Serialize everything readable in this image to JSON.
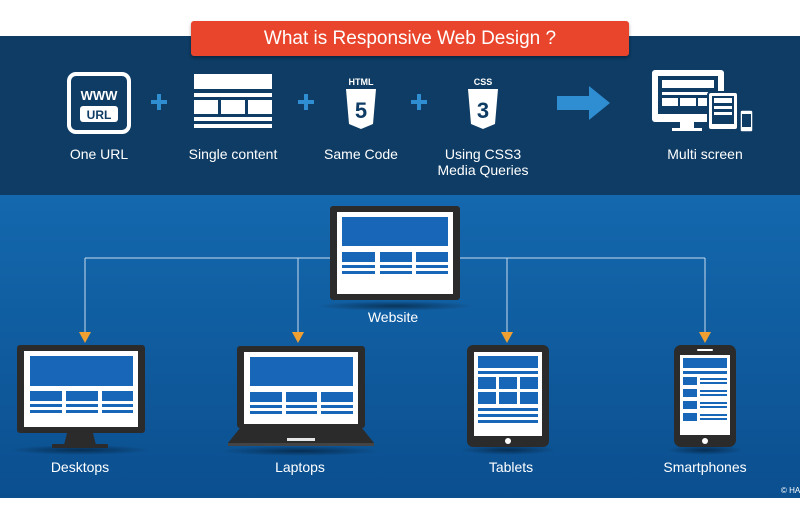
{
  "colors": {
    "top_band": "#0e3c64",
    "bottom_band": "#0f5fa0",
    "title_bg": "#e8452c",
    "accent_blue": "#2f8dd2",
    "device_dark": "#2b2b2b",
    "screen_blue": "#1766b8",
    "arrow_orange": "#f0a030"
  },
  "title": "What is Responsive Web Design ?",
  "top_row": {
    "items": [
      {
        "label": "One URL",
        "icon": "url-icon",
        "icon_text_top": "WWW",
        "icon_text_bottom": "URL"
      },
      {
        "label": "Single content",
        "icon": "content-layout-icon"
      },
      {
        "label": "Same Code",
        "icon": "html5-icon",
        "icon_text": "HTML",
        "badge_number": "5"
      },
      {
        "label": "Using CSS3\nMedia Queries",
        "icon": "css3-icon",
        "icon_text": "CSS",
        "badge_number": "3"
      },
      {
        "label": "Multi screen",
        "icon": "multi-screen-icon"
      }
    ],
    "operator": "+"
  },
  "center_device": {
    "label": "Website",
    "icon": "website-monitor-icon"
  },
  "devices": [
    {
      "label": "Desktops",
      "icon": "desktop-icon"
    },
    {
      "label": "Laptops",
      "icon": "laptop-icon"
    },
    {
      "label": "Tablets",
      "icon": "tablet-icon"
    },
    {
      "label": "Smartphones",
      "icon": "smartphone-icon"
    }
  ],
  "copyright": "© HA"
}
